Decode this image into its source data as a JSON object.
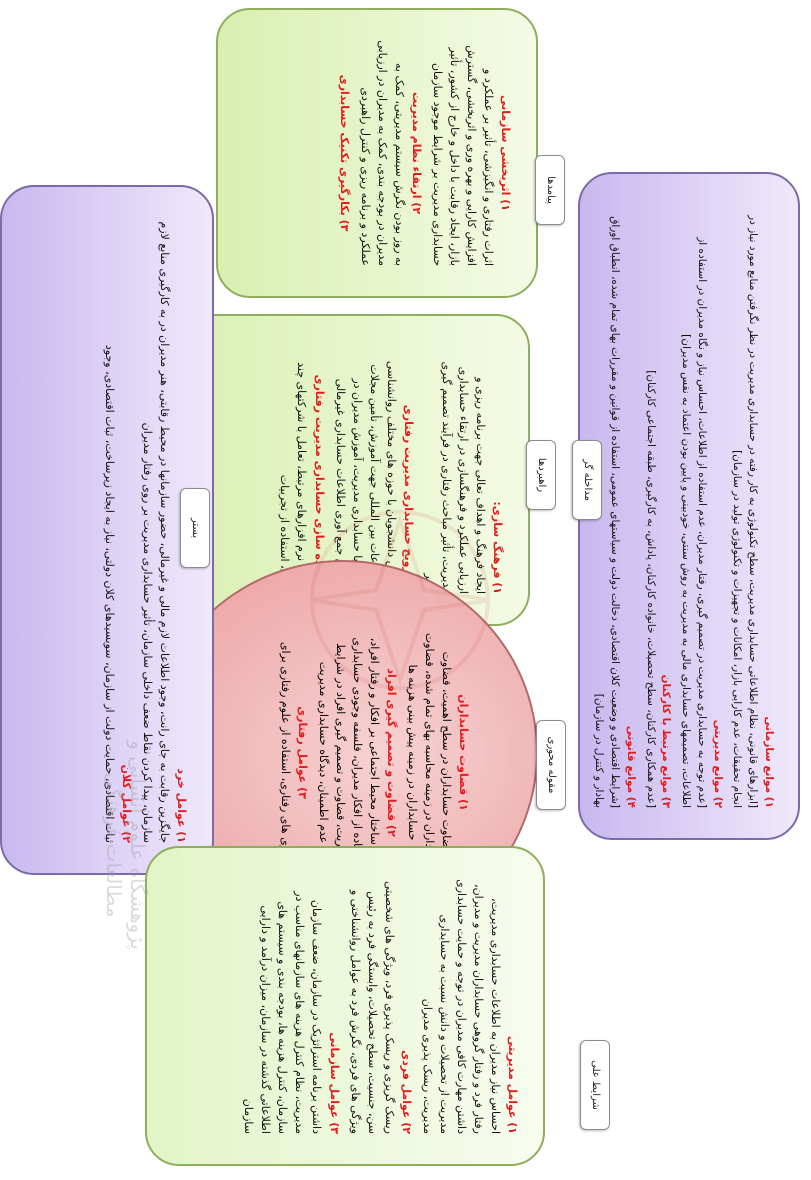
{
  "nodes": {
    "pyamadha": {
      "label": "پیامدها",
      "items": [
        {
          "title": "۱) اثربخشی سازمانی",
          "body": "اثرات رفتاری و انگیزشی، تأثیر بر عملکرد و افزایش کارایی و بهره وری و اثربخشی، گسترش بازار، ایجاد رقابت با داخل و خارج از کشور، تأثیر حسابداری مدیریت بر شرایط موجود سازمان"
        },
        {
          "title": "۲) ارتقاء نظام مدیریت",
          "body": "به روز بودن نگرش سیستم مدیریتی، کمک به مدیران در بودجه بندی، کمک به مدیران در ارزیابی عملکرد و برنامه ریزی و کنترل راهبردی"
        },
        {
          "title": "۳) بکارگیری تکنیک حسابداری",
          "body": ""
        }
      ]
    },
    "mudakhelegar": {
      "label": "مداخله گر",
      "items": [
        {
          "title": "۱) موانع سازمانی",
          "body": "[ابزارهای قانونی، نظام اطلاعاتی حسابداری مدیریت، سطح تکنولوژی به کار رفته در حسابداری مدیریت در نظر نگرفتن منابع مورد نیاز در انجام تحقیقات، عدم کارایی بازار، امکانات و تجهیزات و تکنولوژی تولید در سازمان]"
        },
        {
          "title": "۲) موانع مدیریتی",
          "body": "[عدم توجه به حسابداری مدیریت در تصمیم گیری، رفتار مدیران، عدم استفاده از اطلاعات، احساس نیاز و نگاه مدیران در استفاده از اطلاعات، تصمیمهای حسابداری مالی به مدیریت به روش سنتی، خودبینی و پایین بودن اعتماد به نفس مدیران]"
        },
        {
          "title": "۳) موانع مرتبط با کارکنان",
          "body": "[عدم همکاری کارکنان، سطح تحصیلات، خانواده کارکنان، پاداش، به کارگیری، طبقه اجتماعی کارکنان]"
        },
        {
          "title": "۴) موانع قانونی",
          "body": "[شرایط اقتصادی و وضعیت کلان اقتصادی، دخالت دولت و سیاستهای عمومی، استفاده از قوانین و مقررات بهای تمام شده، انطباق اوراق بهادار و کنترل در سازمان]"
        }
      ]
    },
    "rahbordha": {
      "label": "راهبردها",
      "items": [
        {
          "title": "۱) فرهنگ سازی:",
          "body": "ایجاد فرهنگ و اهداف تعالی جهت برنامه ریزی و ارزیابی عملکرد و فرهنگسازی در ارتقاء حسابداری مدیریت، تأثیر مباحث رفتاری در فرآیند تصمیم گیری مدیر"
        },
        {
          "title": "۲) ترویج حسابداری مدیریت رفتاری",
          "body": "آموزش دانشجویان با حوزه های مختلف روانشناسی (موضوعات بین المللی جهت آموزش، تأمین مجلات مرتبط با حسابداری مدیریت، آموزش مدیران در خصوص جمع آوری اطلاعات حسابداری غیرمالی"
        },
        {
          "title": "۳) پیاده سازی حسابداری مدیریت رفتاری",
          "body": "( خرید نرم افزارهای مرتبط، تعامل با شرکتهای چند ملیتی، استفاده از تجربیات"
        }
      ]
    },
    "mahvari": {
      "label": "مقوله محوری",
      "items": [
        {
          "title": "۱) قضاوت حسابداران",
          "body": "قضاوت حسابداران در سطح اهمیت، قضاوت حسابداران در زمینه محاسبه بهای تمام شده، قضاوت حسابداران در زمینه پیش بینی هزینه ها"
        },
        {
          "title": "۲) قضاوت و تصمیم گیری افراد",
          "body": "تأثیر ساختار محیط اجتماعی بر افکار و رفتار افراد، استفاده از افکار مدیران، فلسفه وجودی حسابداری مدیریت، قضاوت و تصمیم گیری افراد در شرایط عدم اطمینان، دیدگاه حسابداری مدیریت"
        },
        {
          "title": "۳) عوامل رفتاری",
          "body": "تئوری های رفتاری، استفاده از علوم رفتاری برای"
        }
      ]
    },
    "bastar": {
      "label": "بستر",
      "items": [
        {
          "title": "۱) عوامل خرد",
          "body": "جایگزین رقابت به جای رانت، وجود اطلاعات لازم مالی و غیرمالی، حضور سازمانها در محیط رقابتی، هنر مدیران در به کارگیری منابع لازم سازمان، پیدا کردن نقاط ضعف داخلی سازمان، تأثیر حسابداری مدیریت بر روی رفتار مدیران"
        },
        {
          "title": "۲) عوامل کلان",
          "body": "ثبات اقتصادی، حمایت دولت از سازمان، سوبسیدهای کلان دولتی، نیاز به ایجاد زیرساخت، ثبات اقتصادی، وجود"
        }
      ]
    },
    "sharayet": {
      "label": "شرایط علی",
      "items": [
        {
          "title": "۱) عوامل مدیریتی",
          "body": "احساس نیاز مدیران به اطلاعات حسابداری مدیریت، رفتار فرد و رفتار گروهی حسابداران مدیریت و مدیران، داشتن مهارت کافی مدیران در توجه و حمایت حسابداری مدیریت از تحصیلات و دانش نسبت به حسابداری مدیریت، ریسک پذیری مدیران"
        },
        {
          "title": "۲) عوامل فردی",
          "body": "ریسک گریزی و ریسک پذیری فرد، ویژگی های شخصیتی سن، جنسیت، سطح تحصیلات، وابستگی فرد به رئیس ویژگی های فردی، نگرش فرد به عوامل روانشناختی و"
        },
        {
          "title": "۳) عوامل سازمانی",
          "body": "داشتن برنامه استراتژیک در سازمان، ضعف سازمان مدیریت، نظام کنترل هزینه های سازمانهای مناسب در سازمان، کنترل هزینه ها، بودجه بندی و سیستم های اطلاعاتی گذشته در سازمان، میزان درآمد و دارایی سازمان"
        }
      ]
    }
  },
  "watermark": "پژوهشگاه علوم انسانی و مطالعات فرهنگی",
  "colors": {
    "title_red": "#e31b1b",
    "green_fill": "#d9efb0",
    "purple_fill": "#c9b8ef",
    "oval_fill": "#ea9c9c"
  }
}
